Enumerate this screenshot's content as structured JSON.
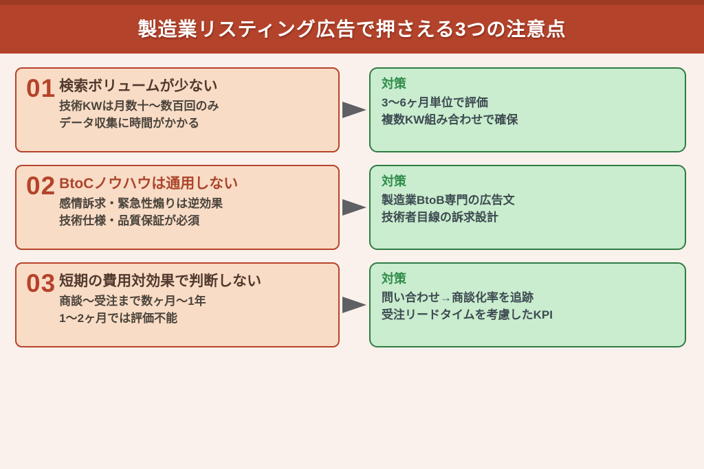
{
  "header": {
    "title": "製造業リスティング広告で押さえる3つの注意点"
  },
  "colors": {
    "page-bg": "#fbf1ec",
    "header-bg": "#b4432b",
    "header-strip": "#9c3a22",
    "card-bg": "#f9dcc6",
    "card-border": "#b5432a",
    "number": "#b5432a",
    "title-dark": "#503a2e",
    "title-red": "#ab452c",
    "body-text": "#4a443c",
    "solution-bg": "#c9edce",
    "solution-border": "#2e7a44",
    "solution-label": "#2f8b4b",
    "solution-text": "#3e4a52",
    "arrow": "#5f6064"
  },
  "rows": [
    {
      "number": "01",
      "title": "検索ボリュームが少ない",
      "problem_lines": [
        "技術KWは月数十〜数百回のみ",
        "データ収集に時間がかかる"
      ],
      "solution_label": "対策",
      "solution_lines": [
        "3〜6ヶ月単位で評価",
        "複数KW組み合わせで確保"
      ]
    },
    {
      "number": "02",
      "title": "BtoCノウハウは通用しない",
      "problem_lines": [
        "感情訴求・緊急性煽りは逆効果",
        "技術仕様・品質保証が必須"
      ],
      "solution_label": "対策",
      "solution_lines": [
        "製造業BtoB専門の広告文",
        "技術者目線の訴求設計"
      ]
    },
    {
      "number": "03",
      "title": "短期の費用対効果で判断しない",
      "problem_lines": [
        "商談〜受注まで数ヶ月〜1年",
        "1〜2ヶ月では評価不能"
      ],
      "solution_label": "対策",
      "solution_lines": [
        "問い合わせ→商談化率を追跡",
        "受注リードタイムを考慮したKPI"
      ]
    }
  ]
}
